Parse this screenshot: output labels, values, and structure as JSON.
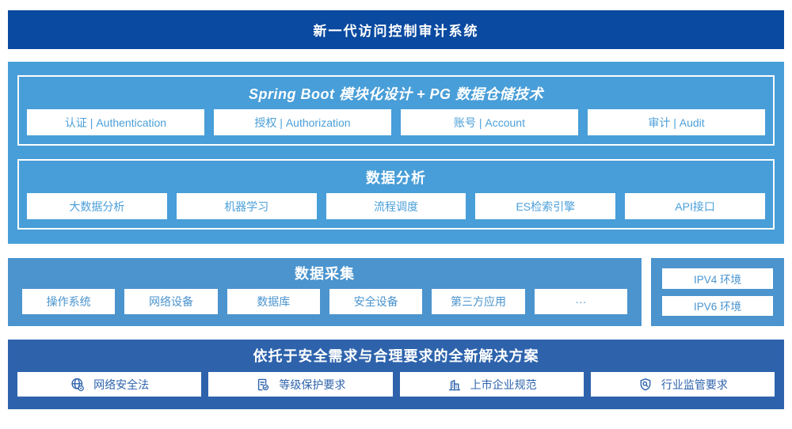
{
  "banner": {
    "title": "新一代访问控制审计系统"
  },
  "platform": {
    "modules_title": "Spring Boot 模块化设计 + PG 数据仓储技术",
    "modules": [
      "认证 | Authentication",
      "授权 | Authorization",
      "账号 | Account",
      "审计 | Audit"
    ],
    "analysis_title": "数据分析",
    "analysis": [
      "大数据分析",
      "机器学习",
      "流程调度",
      "ES检索引擎",
      "API接口"
    ]
  },
  "collection": {
    "title": "数据采集",
    "items": [
      "操作系统",
      "网络设备",
      "数据库",
      "安全设备",
      "第三方应用",
      "···"
    ],
    "env": [
      "IPV4 环境",
      "IPV6 环境"
    ]
  },
  "solution": {
    "title": "依托于安全需求与合理要求的全新解决方案",
    "items": [
      {
        "icon": "globe-location-icon",
        "label": "网络安全法"
      },
      {
        "icon": "document-check-icon",
        "label": "等级保护要求"
      },
      {
        "icon": "building-icon",
        "label": "上市企业规范"
      },
      {
        "icon": "shield-search-icon",
        "label": "行业监管要求"
      }
    ]
  },
  "colors": {
    "banner_blue": "#0a4aa0",
    "sky_blue": "#489ed8",
    "collect_blue": "#4b94ce",
    "solution_blue": "#2e63ac",
    "box_text_blue": "#4a9fd9",
    "white": "#ffffff"
  }
}
